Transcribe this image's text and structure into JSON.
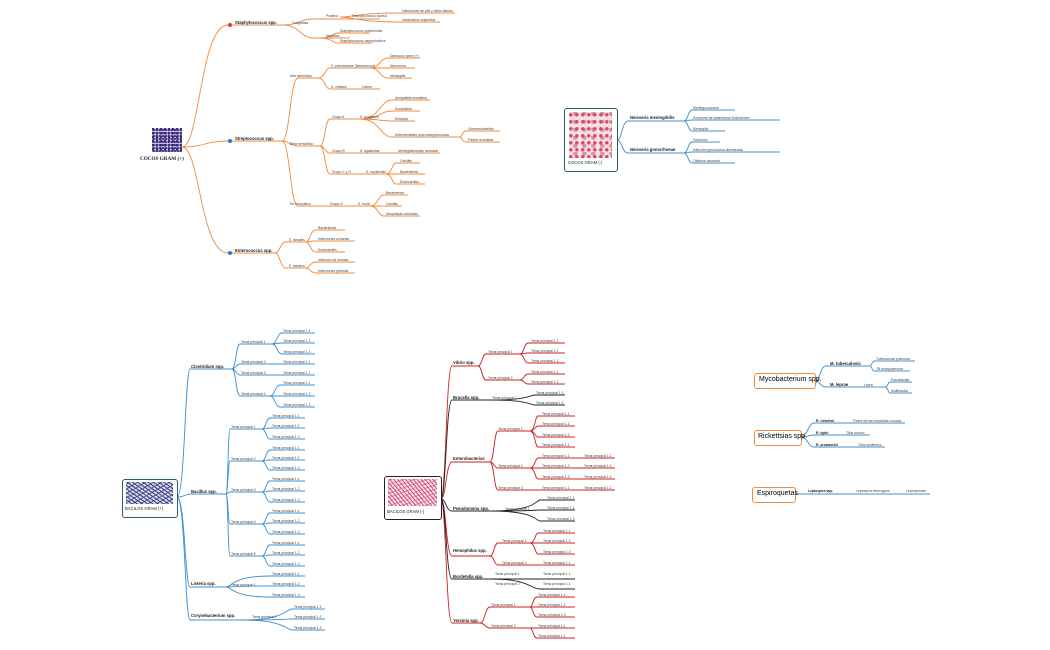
{
  "colors": {
    "gram_pos_cocos": "#f08a3c",
    "gram_pos_bacilos": "#3c8fd0",
    "gram_neg": "#cc2222",
    "gram_neg_box": "#2d5f5f",
    "orange_box": "#f08a3c",
    "blue": "#3c8fd0"
  },
  "cocos_pos": {
    "root": "COCOS GRAM (+)",
    "staph": {
      "label": "Staphylococcus spp.",
      "coag": "Coagulasa",
      "pos": "Positiva",
      "s_aureus": "Staphylococcus aureus",
      "leaves_pos": [
        "Infecciones de piel y tejido blando",
        "Intoxicación sugestiva"
      ],
      "neg": "Negativa",
      "leaves_neg": [
        "Staphylococcus epidermidis",
        "Staphylococcus saprophyticus"
      ]
    },
    "strep": {
      "label": "Streptococcus spp.",
      "alfa": "Alfa hemolítico",
      "s_pneumo": "S. pneumoniae (Neumococo)",
      "pneumo_leaves": [
        "Diplococo gram (+)",
        "Neumonía",
        "Meningitis"
      ],
      "s_viridans": "S. viridans",
      "caries": "Caries",
      "beta": "Beta hemolítico",
      "grupo_a": "Grupo A",
      "s_pyogenes": "S. pyogenes",
      "pyo_leaves": [
        "Amigdalitis exudativa",
        "Escarlatina",
        "Erisipela",
        "Enfermedades post-estreptocócicas"
      ],
      "post_leaves": [
        "Glomerulonefritis",
        "Fiebre reumática"
      ],
      "grupo_b": "Grupo B",
      "s_agal": "S. agalactiae",
      "neonatal": "Meningitis/sepsis neonatal",
      "grupo_cg": "Grupo C y G",
      "s_equisim": "S. equisimilis",
      "cg_leaves": [
        "Celulitis",
        "Bacteriemia",
        "Endocarditis"
      ],
      "no_hemo": "No hemolítico",
      "grupo_d": "Grupo D",
      "s_bovis": "S. bovis",
      "d_leaves": [
        "Bacteriemia",
        "Celulitis",
        "Neoplasias colónicas"
      ]
    },
    "entero": {
      "label": "Enterococcus spp.",
      "faecalis": "E. faecalis",
      "faecalis_leaves": [
        "Bacteriemia",
        "Infecciones urinarias",
        "Endocarditis"
      ],
      "faecium": "E. faecium",
      "faecium_leaves": [
        "Infección de heridas",
        "Infecciones pélvicas"
      ]
    }
  },
  "cocos_neg": {
    "root": "COCOS GRAM (-)",
    "mening": "Neisseria meningitidis",
    "mening_leaves": [
      "Meningococemia",
      "Síndrome de waterhouse-friderichsen",
      "Meningitis"
    ],
    "gono": "Neisseria gonorrhoeae",
    "gono_leaves": [
      "Gonorrea",
      "Infección gonocócica diseminada",
      "Oftalmía neonatal"
    ]
  },
  "bacilos_pos": {
    "root": "BACILOS GRAM (+)",
    "clostridium": "Clostridium spp.",
    "bacillus": "Bacillus spp.",
    "listeria": "Listeria spp.",
    "coryne": "Corynebacterium spp.",
    "tp1": "Tema principal 1",
    "tp2": "Tema principal 2",
    "tp3": "Tema principal 3",
    "tp4": "Tema principal 4",
    "tp5": "Tema principal 5",
    "tp11": "Tema principal 1.1",
    "tp12": "Tema principal 1.2",
    "tp13": "Tema principal 1.3"
  },
  "bacilos_neg": {
    "root": "BACILOS GRAM (-)",
    "vibrio": "Vibrio spp.",
    "brucella": "Brucella spp.",
    "entero": "Enterobacterias",
    "pseudo": "Pseudomona spp.",
    "haemo": "Hemophilus spp.",
    "bordetella": "Bordetella spp.",
    "yersinia": "Yersinia spp.",
    "tp1": "Tema principal 1",
    "tp2": "Tema principal 2",
    "tp3": "Tema principal 3",
    "tp11": "Tema principal 1.1",
    "tp12": "Tema principal 1.2",
    "tp13": "Tema principal 1.3"
  },
  "others": {
    "myco": "Mycobacterium spp.",
    "m_tb": "M. tuberculosis",
    "tb_leaves": [
      "Tuberculosis pulmonar",
      "TB extrapulmonar"
    ],
    "m_leprae": "M. leprae",
    "lepra": "Lepra",
    "lepra_leaves": [
      "Paucibacilar",
      "Multibacilar"
    ],
    "rick": "Rickettsias spp.",
    "r_rick": "R. rickettsii",
    "r_rick_leaf": "Fiebre de las montañas rocosas",
    "r_typhi": "R. typhi",
    "r_typhi_leaf": "Tifus murino",
    "r_prow": "R. prowazekii",
    "r_prow_leaf": "Tifus epidémico",
    "espi": "Espiroquetas",
    "lepto": "Leptospira spp.",
    "lepto_a": "Leptospira interrogans",
    "lepto_b": "Leptospirosis"
  }
}
